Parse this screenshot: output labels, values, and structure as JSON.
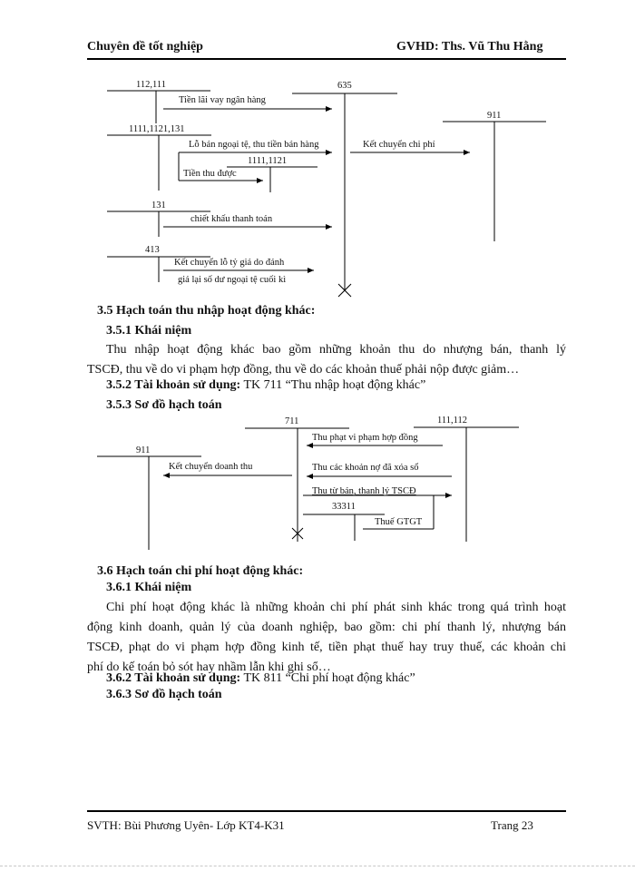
{
  "header": {
    "left": "Chuyên đề tốt nghiệp",
    "right": "GVHD: Ths. Vũ Thu Hằng"
  },
  "footer": {
    "left": "SVTH: Bùi Phương Uyên- Lớp KT4-K31",
    "right": "Trang 23"
  },
  "diagram1": {
    "accounts": {
      "a112": "112,111",
      "a635": "635",
      "a911": "911",
      "a1111": "1111,1121,131",
      "a1111b": "1111,1121",
      "a131": "131",
      "a413": "413"
    },
    "labels": {
      "interest": "Tiền lãi vay ngân hàng",
      "fx_loss": "Lỗ bán ngoại tệ, thu tiền bán hàng",
      "collected": "Tiền thu được",
      "transfer": "Kết chuyển chi phí",
      "discount": "chiết khấu thanh toán",
      "revaluation_1": "Kết chuyển lỗ tỷ giá do đánh",
      "revaluation_2": "giá lại số dư ngoại tệ cuối kì"
    }
  },
  "section35": {
    "title": "3.5 Hạch toán thu nhập hoạt động khác:",
    "s351": "3.5.1 Khái niệm",
    "p1_line1": "Thu nhập hoạt động khác bao gồm những khoản thu do nhượng bán, thanh lý",
    "p1_line2": "TSCĐ, thu về do vi phạm hợp đồng, thu về do các khoản thuế phải nộp được giảm…",
    "s352_label": "3.5.2 Tài khoản sử dụng:",
    "s352_text": " TK 711 “Thu nhập hoạt động khác”",
    "s353": "3.5.3 Sơ đồ hạch toán"
  },
  "diagram2": {
    "accounts": {
      "a711": "711",
      "a111": "111,112",
      "a911": "911",
      "a33311": "33311"
    },
    "labels": {
      "penalty": "Thu phạt vi phạm hợp đồng",
      "transfer_rev": "Kết chuyển doanh thu",
      "written_off": "Thu các khoản nợ đã xóa sổ",
      "asset_sale": "Thu từ bán, thanh lý TSCĐ",
      "vat": "Thuế GTGT"
    }
  },
  "section36": {
    "title": "3.6 Hạch toán chi phí hoạt động khác:",
    "s361": "3.6.1 Khái niệm",
    "p2_line1": "Chi phí hoạt động khác là những khoản chi phí phát sinh khác trong quá trình hoạt",
    "p2_line2": "động kinh doanh, quản lý của doanh nghiệp, bao gồm: chi phí thanh lý, nhượng bán",
    "p2_line3": "TSCĐ, phạt do vi phạm hợp đồng kinh tế, tiền phạt thuế hay truy thuế, các khoản chi",
    "p2_line4": "phí do kế toán bỏ sót hay nhầm lẫn khi ghi sổ…",
    "s362_label": "3.6.2 Tài khoản sử dụng:",
    "s362_text": " TK 811 “Chi phí hoạt động khác”",
    "s363": "3.6.3 Sơ đồ hạch toán"
  }
}
